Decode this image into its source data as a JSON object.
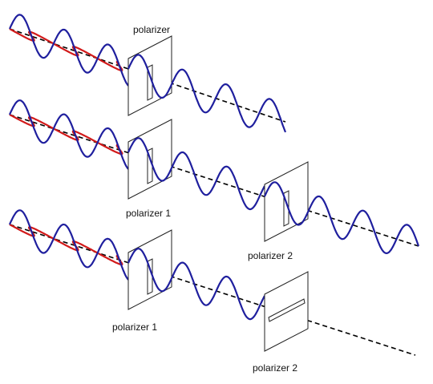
{
  "labels": {
    "polarizer_top": "polarizer",
    "polarizer1_middle": "polarizer 1",
    "polarizer2_middle": "polarizer 2",
    "polarizer1_bottom": "polarizer 1",
    "polarizer2_bottom": "polarizer 2"
  },
  "colors": {
    "vertical_wave": "#1f1f9e",
    "horizontal_wave": "#d21a1a",
    "axis": "#000000"
  },
  "rows": [
    {
      "name": "single-polarizer",
      "polarizers": [
        "vertical-slit"
      ],
      "output": "vertically polarized wave continues"
    },
    {
      "name": "two-parallel-polarizers",
      "polarizers": [
        "vertical-slit",
        "vertical-slit"
      ],
      "output": "vertically polarized wave continues"
    },
    {
      "name": "crossed-polarizers",
      "polarizers": [
        "vertical-slit",
        "horizontal-slit"
      ],
      "output": "no wave after second polarizer"
    }
  ]
}
